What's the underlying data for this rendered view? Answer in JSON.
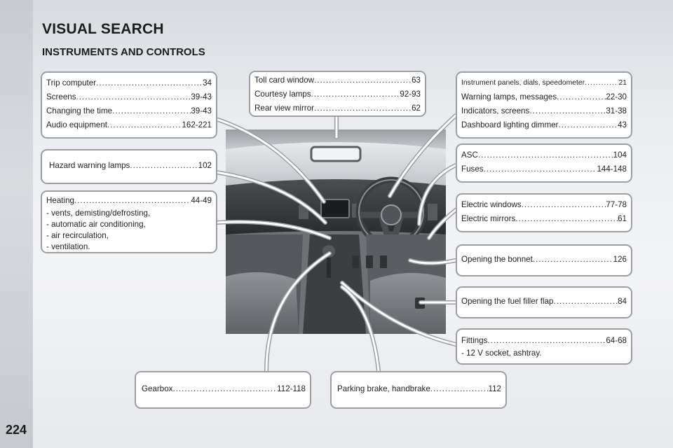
{
  "page_number": "224",
  "title": "VISUAL SEARCH",
  "subtitle": "INSTRUMENTS AND CONTROLS",
  "callouts": {
    "trip": [
      {
        "label": "Trip computer ",
        "page": "34"
      },
      {
        "label": "Screens ",
        "page": "39-43"
      },
      {
        "label": "Changing the time ",
        "page": "39-43"
      },
      {
        "label": "Audio equipment ",
        "page": "162-221"
      }
    ],
    "hazard": [
      {
        "label": "Hazard warning lamps",
        "page": "102"
      }
    ],
    "heating": {
      "label": "Heating ",
      "page": "44-49",
      "items": [
        "-    vents, demisting/defrosting,",
        "-    automatic air conditioning,",
        "-    air recirculation,",
        "-    ventilation."
      ]
    },
    "toll": [
      {
        "label": "Toll card window ",
        "page": "63"
      },
      {
        "label": "Courtesy lamps ",
        "page": "92-93"
      },
      {
        "label": "Rear view mirror ",
        "page": "62"
      }
    ],
    "instrument": [
      {
        "label": "Instrument panels, dials, speedometer ",
        "page": "21"
      },
      {
        "label": "Warning lamps, messages ",
        "page": "22-30"
      },
      {
        "label": "Indicators, screens ",
        "page": "31-38"
      },
      {
        "label": "Dashboard lighting dimmer ",
        "page": "43"
      }
    ],
    "asc": [
      {
        "label": "ASC ",
        "page": "104"
      },
      {
        "label": "Fuses",
        "page": "144-148"
      }
    ],
    "windows": [
      {
        "label": "Electric windows ",
        "page": "77-78"
      },
      {
        "label": "Electric mirrors ",
        "page": "61"
      }
    ],
    "bonnet": [
      {
        "label": "Opening the bonnet ",
        "page": "126"
      }
    ],
    "fuel": [
      {
        "label": "Opening the fuel filler flap",
        "page": "84"
      }
    ],
    "fittings": {
      "label": "Fittings ",
      "page": "64-68",
      "items": [
        "-    12 V socket, ashtray."
      ]
    },
    "gearbox": [
      {
        "label": "Gearbox",
        "page": "112-118"
      }
    ],
    "parking": [
      {
        "label": "Parking brake, handbrake ",
        "page": "112"
      }
    ]
  }
}
